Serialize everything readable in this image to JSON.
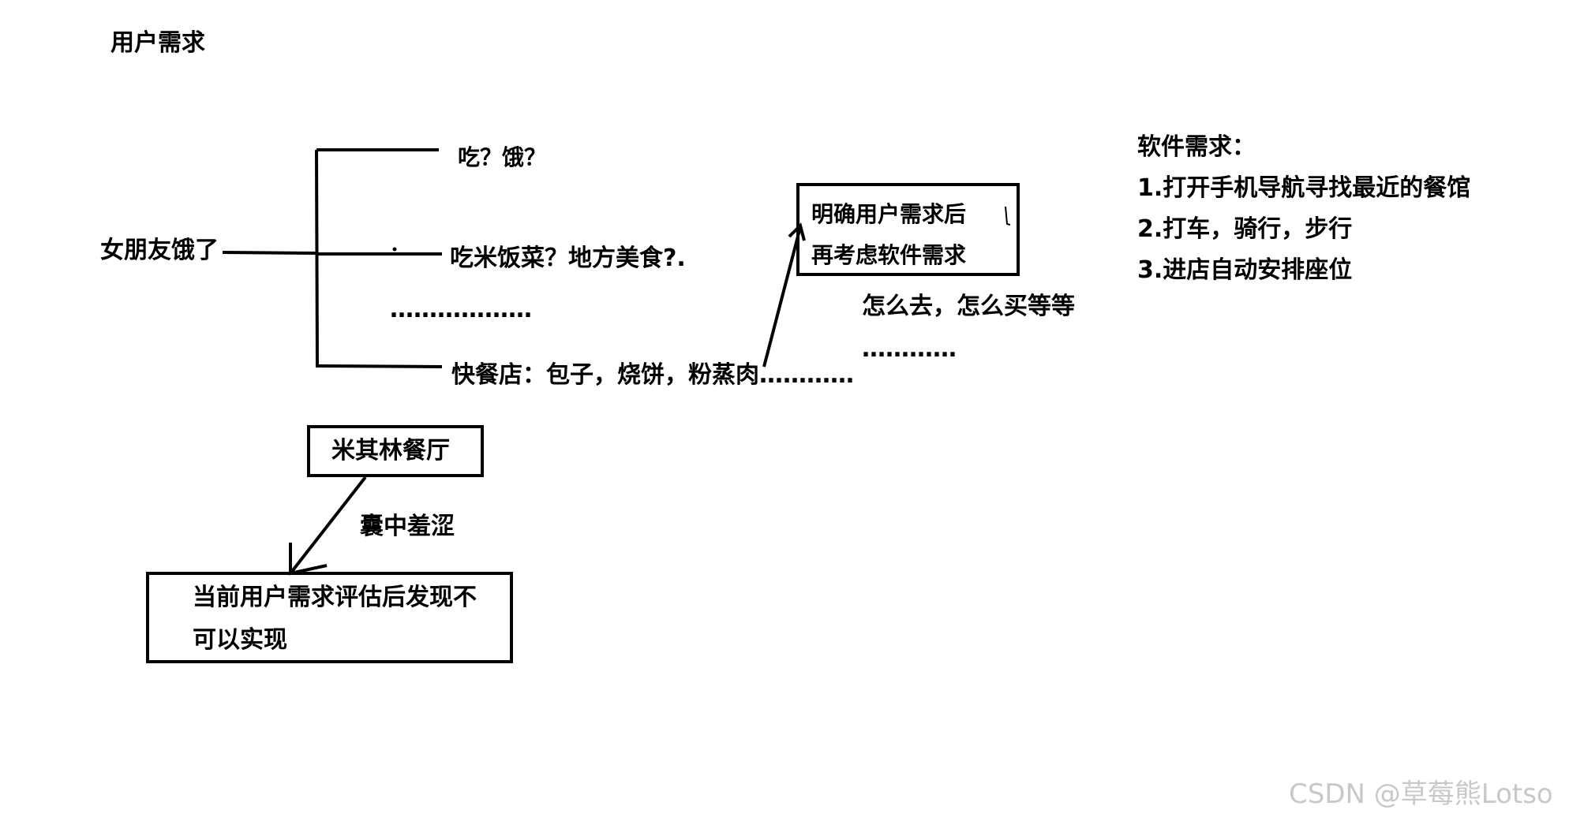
{
  "title": "用户需求",
  "root_node": "女朋友饿了",
  "branches": [
    "吃？饿？",
    "吃米饭菜？地方美食?.",
    "………………",
    "快餐店：包子，烧饼，粉蒸肉…………"
  ],
  "clarify_box": [
    "明确用户需求后",
    "再考虑软件需求"
  ],
  "clarify_note": [
    "怎么去，怎么买等等",
    "…………"
  ],
  "michelin_box": "米其林餐厅",
  "arrow_label": "囊中羞涩",
  "result_box": [
    "当前用户需求评估后发现不",
    "可以实现"
  ],
  "software_requirements": {
    "title": "软件需求：",
    "items": [
      "1.打开手机导航寻找最近的餐馆",
      "2.打车，骑行，步行",
      "3.进店自动安排座位"
    ]
  },
  "watermark": "CSDN @草莓熊Lotso",
  "colors": {
    "ink": "#000000",
    "watermark": "#c8c8c8",
    "background": "#ffffff"
  }
}
